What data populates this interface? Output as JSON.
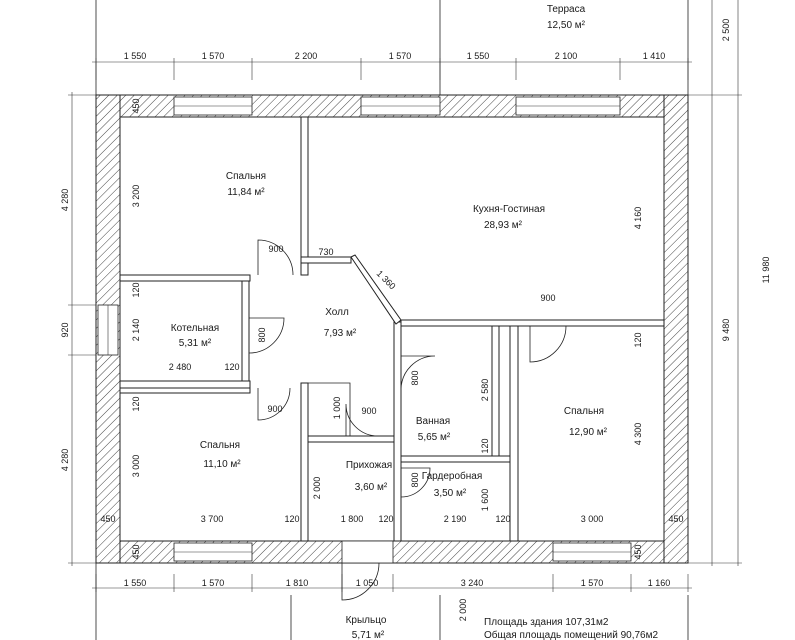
{
  "rooms": {
    "terrace": {
      "name": "Терраса",
      "area": "12,50 м²"
    },
    "bedroom_top": {
      "name": "Спальня",
      "area": "11,84 м²"
    },
    "kitchen": {
      "name": "Кухня-Гостиная",
      "area": "28,93 м²"
    },
    "boiler": {
      "name": "Котельная",
      "area": "5,31 м²"
    },
    "hall": {
      "name": "Холл",
      "area": "7,93 м²"
    },
    "bathroom": {
      "name": "Ванная",
      "area": "5,65 м²"
    },
    "bedroom_right": {
      "name": "Спальня",
      "area": "12,90 м²"
    },
    "bedroom_bottom": {
      "name": "Спальня",
      "area": "11,10 м²"
    },
    "hallway": {
      "name": "Прихожая",
      "area": "3,60 м²"
    },
    "wardrobe": {
      "name": "Гардеробная",
      "area": "3,50 м²"
    },
    "porch": {
      "name": "Крыльцо",
      "area": "5,71 м²"
    }
  },
  "dims": {
    "top": [
      "1 550",
      "1 570",
      "2 200",
      "1 570",
      "1 550",
      "2 100",
      "1 410"
    ],
    "bottom": [
      "1 550",
      "1 570",
      "1 810",
      "1 050",
      "3 240",
      "1 570",
      "1 160"
    ],
    "left": [
      "4 280",
      "920",
      "4 280"
    ],
    "right": [
      "2 500",
      "11 980",
      "9 480"
    ],
    "inner": [
      "450",
      "3 200",
      "900",
      "730",
      "1 360",
      "4 160",
      "900",
      "120",
      "2 140",
      "800",
      "2 480",
      "120",
      "900",
      "1 000",
      "900",
      "800",
      "2 580",
      "120",
      "4 300",
      "120",
      "3 000",
      "450",
      "3 700",
      "120",
      "1 800",
      "120",
      "2 190",
      "120",
      "3 000",
      "450",
      "2 000",
      "800",
      "1 600",
      "450",
      "120",
      "450",
      "2 000"
    ]
  },
  "summary": {
    "building_area": "Площадь здания 107,31м2",
    "total_area": "Общая площадь помещений 90,76м2"
  }
}
